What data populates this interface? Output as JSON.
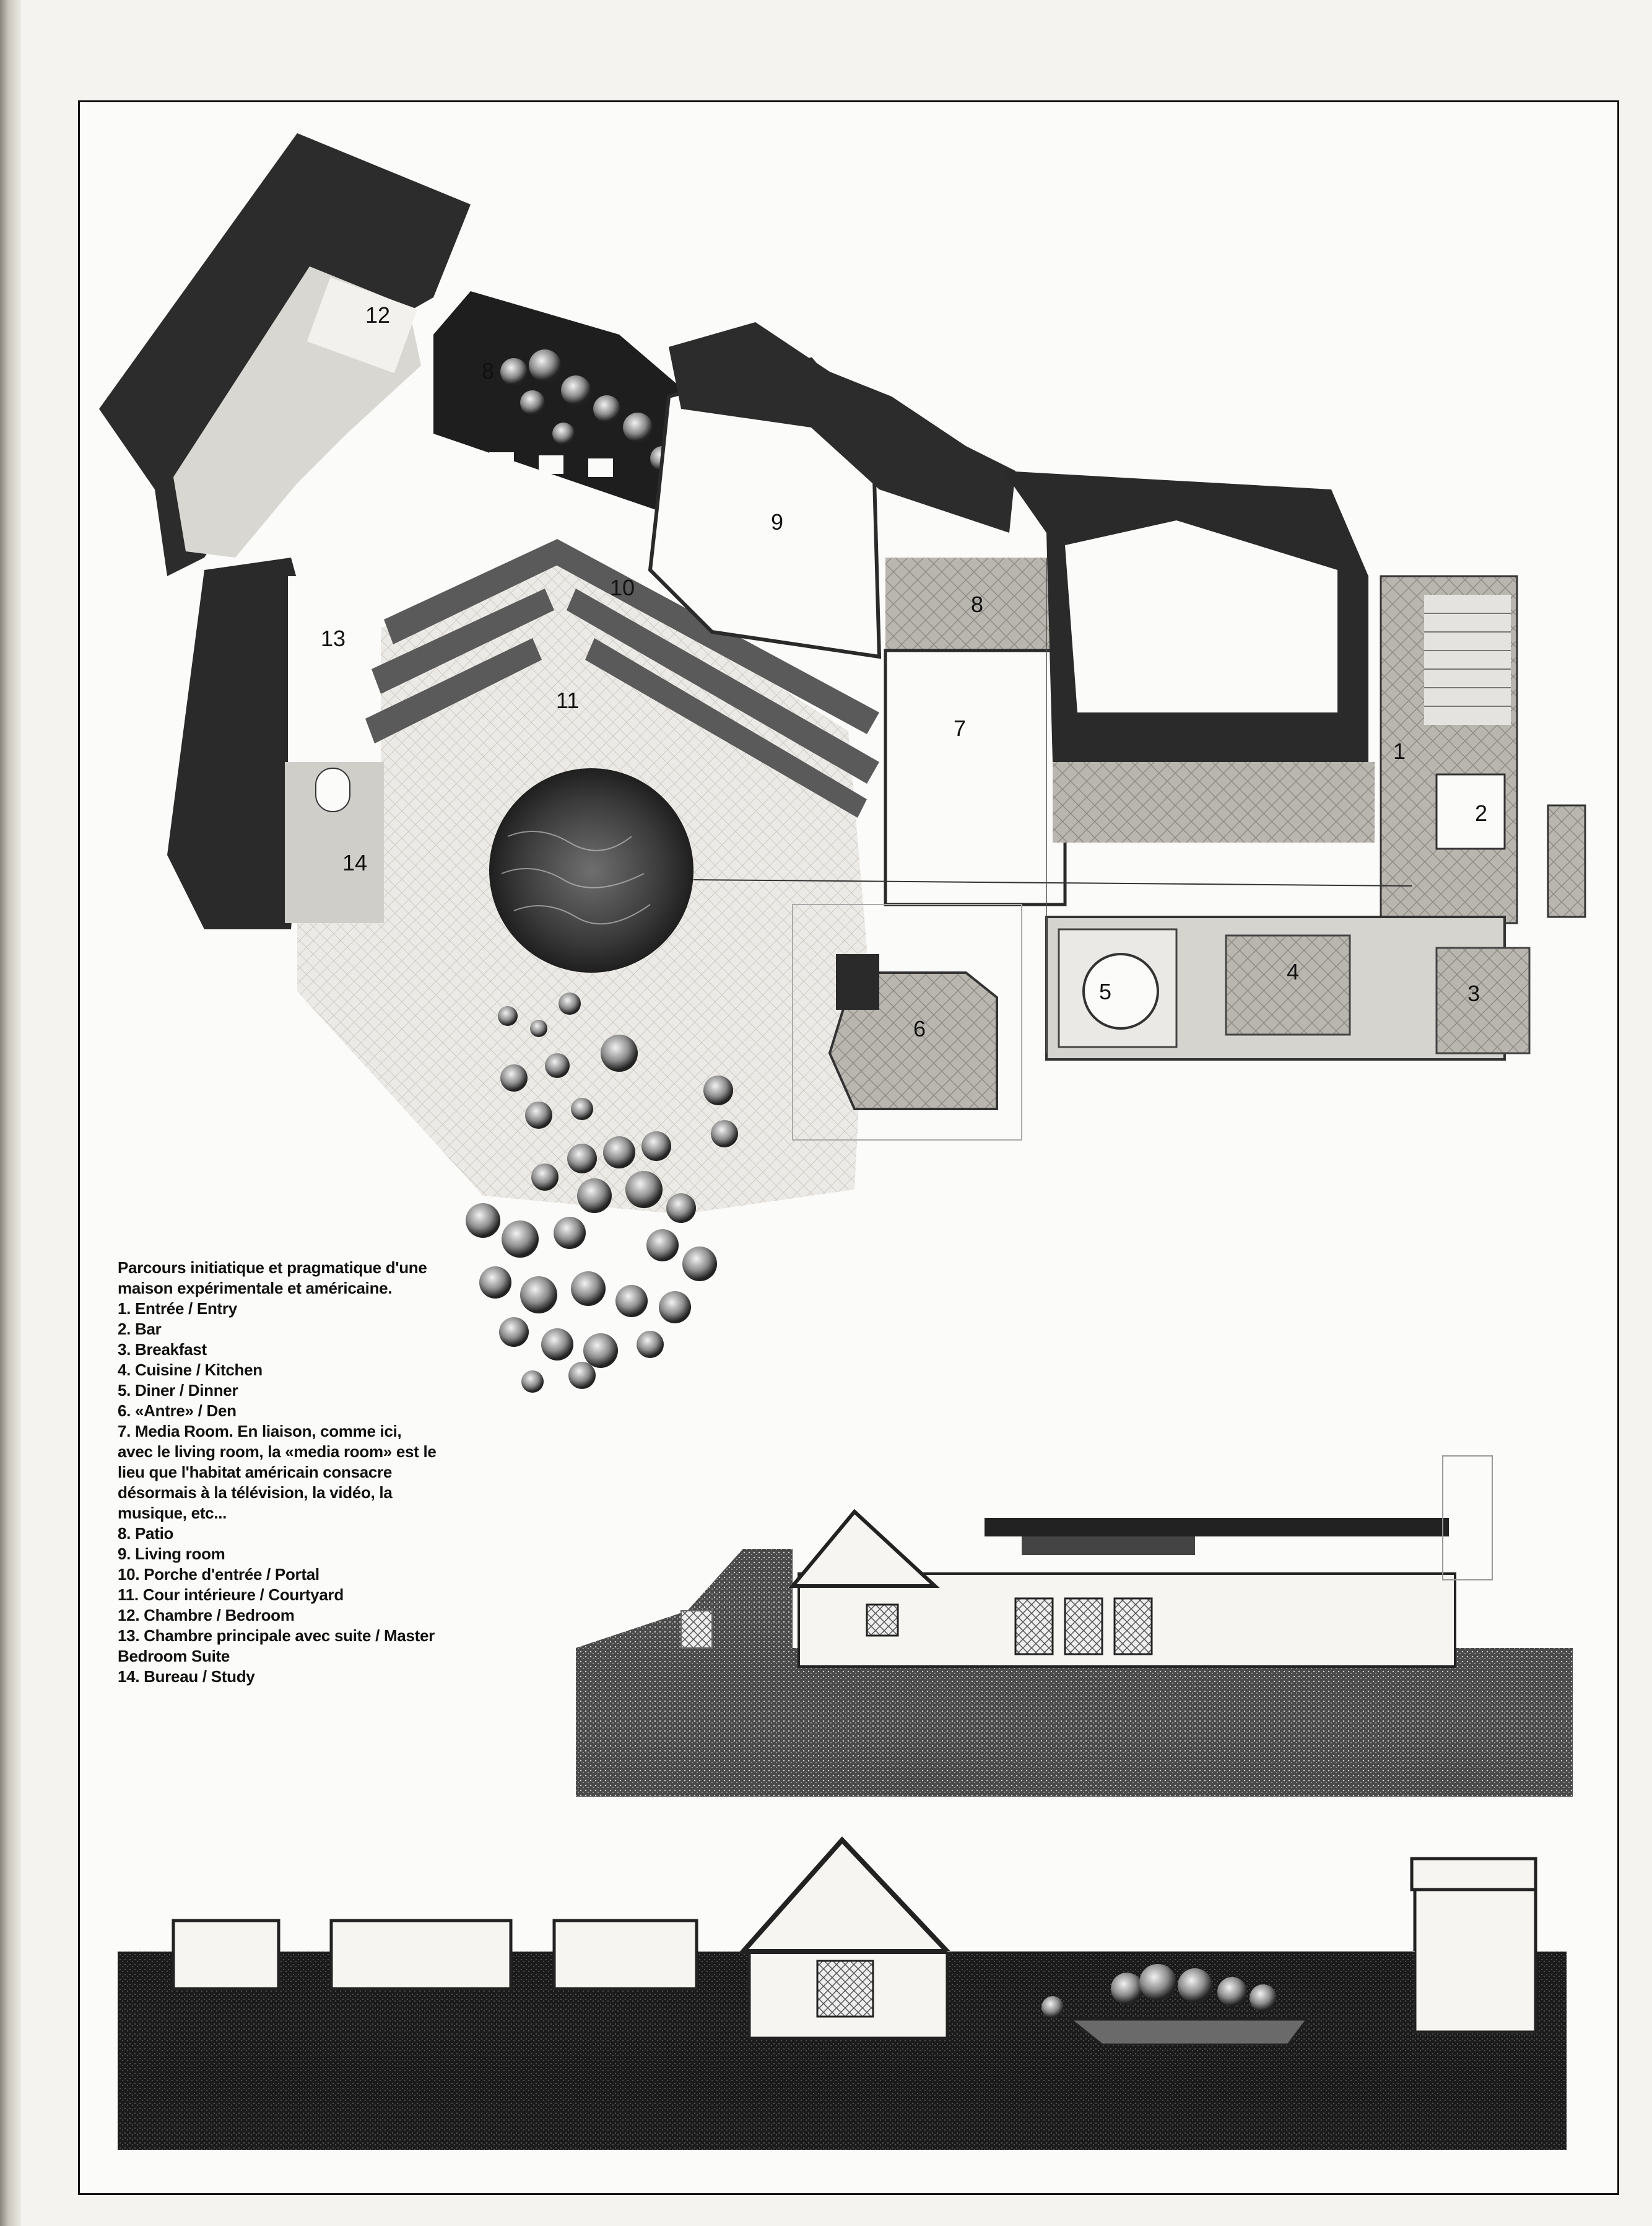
{
  "caption": {
    "intro": "Parcours initiatique et pragmatique d'une maison expérimentale et américaine.",
    "items": [
      "1. Entrée / Entry",
      "2. Bar",
      "3. Breakfast",
      "4. Cuisine / Kitchen",
      "5. Diner / Dinner",
      "6. «Antre» / Den",
      "7. Media Room. En liaison, comme ici, avec le living room, la «media room» est le lieu que l'habitat américain consacre désormais à la télévision, la vidéo, la musique, etc...",
      "8. Patio",
      "9. Living room",
      "10. Porche d'entrée / Portal",
      "11. Cour intérieure / Courtyard",
      "12. Chambre / Bedroom",
      "13. Chambre principale avec suite / Master Bedroom Suite",
      "14. Bureau / Study"
    ]
  },
  "plan_labels": {
    "n1": "1",
    "n2": "2",
    "n3": "3",
    "n4": "4",
    "n5": "5",
    "n6": "6",
    "n7": "7",
    "n8a": "8",
    "n8b": "8",
    "n9": "9",
    "n10": "10",
    "n11": "11",
    "n12": "12",
    "n13": "13",
    "n14": "14"
  }
}
